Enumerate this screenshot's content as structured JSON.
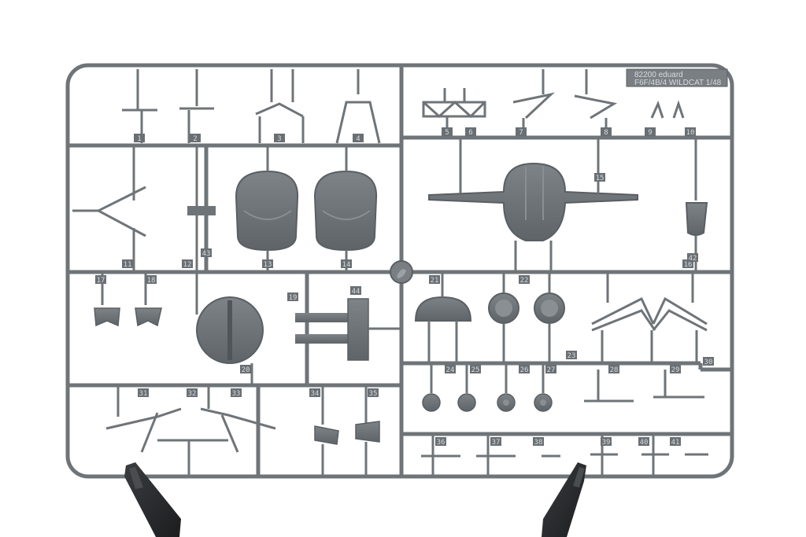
{
  "sprue": {
    "logo_line1": "82200 eduard",
    "logo_line2": "F6F/4B/4 WILDCAT 1/48",
    "colors": {
      "plastic": "#6f7478",
      "plastic_dark": "#5a5f63",
      "plastic_light": "#8a8f93",
      "clamp": "#2a2c2e",
      "background": "#ffffff"
    },
    "part_tags": [
      "1",
      "2",
      "3",
      "4",
      "5",
      "6",
      "7",
      "8",
      "9",
      "10",
      "11",
      "12",
      "13",
      "14",
      "15",
      "16",
      "17",
      "18",
      "19",
      "20",
      "21",
      "22",
      "23",
      "24",
      "25",
      "26",
      "27",
      "28",
      "29",
      "30",
      "31",
      "32",
      "33",
      "34",
      "35",
      "36",
      "37",
      "38",
      "39",
      "40",
      "41",
      "42",
      "43",
      "44"
    ]
  }
}
